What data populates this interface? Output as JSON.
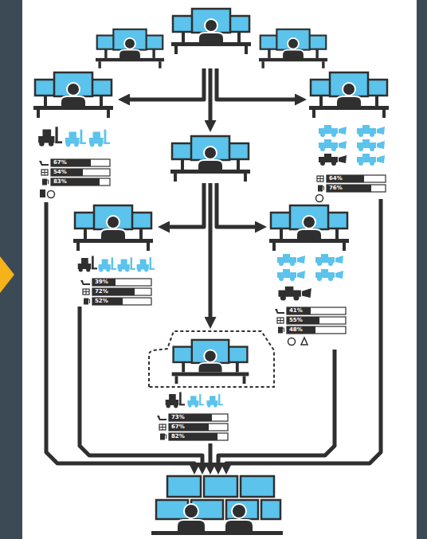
{
  "diagram": {
    "nodes": [
      {
        "text": []
      },
      {
        "text": [
          "67%",
          "54%",
          "83%"
        ]
      },
      {
        "text": [
          "64%",
          "76%"
        ]
      },
      {
        "text": []
      },
      {
        "text": [
          "39%",
          "72%",
          "52%"
        ]
      },
      {
        "text": [
          "41%",
          "55%",
          "48%"
        ]
      },
      {
        "text": [
          "73%",
          "67%",
          "82%"
        ]
      },
      {
        "text": []
      }
    ],
    "edges": [
      {
        "from": 0,
        "to": 1,
        "arrow": "to"
      },
      {
        "from": 0,
        "to": 2,
        "arrow": "to"
      },
      {
        "from": 0,
        "to": 3,
        "arrow": "to"
      },
      {
        "from": 3,
        "to": 4,
        "arrow": "to"
      },
      {
        "from": 3,
        "to": 5,
        "arrow": "to"
      },
      {
        "from": 3,
        "to": 6,
        "arrow": "to"
      },
      {
        "from": 1,
        "to": 7,
        "arrow": "to"
      },
      {
        "from": 4,
        "to": 7,
        "arrow": "to"
      },
      {
        "from": 6,
        "to": 7,
        "arrow": "to"
      },
      {
        "from": 5,
        "to": 7,
        "arrow": "to"
      },
      {
        "from": 2,
        "to": 7,
        "arrow": "to"
      }
    ]
  }
}
